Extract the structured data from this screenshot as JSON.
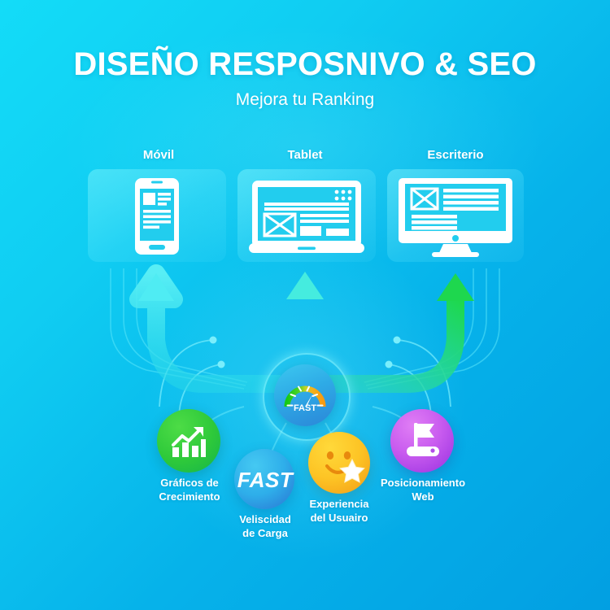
{
  "header": {
    "title": "DISEÑO RESPOSNIVO & SEO",
    "subtitle": "Mejora tu Ranking"
  },
  "devices": [
    {
      "label": "Móvil",
      "icon": "mobile-phone-icon"
    },
    {
      "label": "Tablet",
      "icon": "tablet-icon"
    },
    {
      "label": "Escriterio",
      "icon": "desktop-monitor-icon"
    }
  ],
  "hub": {
    "gauge_label": "FAST",
    "icon": "speedometer-gauge-icon",
    "arc_colors": [
      "#2fd12f",
      "#8ad62a",
      "#f0b41e",
      "#f59a14"
    ]
  },
  "features": [
    {
      "label_line1": "Gráficos de",
      "label_line2": "Crecimiento",
      "icon": "growth-bar-chart-icon",
      "color": "#34c93a",
      "color2": "#1db84d"
    },
    {
      "label_line1": "Veliscidad",
      "label_line2": "de Carga",
      "icon": "fast-speed-icon",
      "badge_text": "FAST",
      "color": "#2fb6ec",
      "color2": "#2a77d6"
    },
    {
      "label_line1": "Experiencia",
      "label_line2": "del Usuairo",
      "icon": "smiley-face-star-icon",
      "color": "#ffd02e",
      "color2": "#f5a11a"
    },
    {
      "label_line1": "Posicionamiento",
      "label_line2": "Web",
      "icon": "flag-position-icon",
      "color": "#d46ef0",
      "color2": "#9a3ee0"
    }
  ],
  "theme": {
    "bg_start": "#13dcf8",
    "bg_end": "#029fe2",
    "arrow_left": "#3fe4ef",
    "arrow_middle": "#2fe0d6",
    "arrow_right": "#21d860"
  }
}
